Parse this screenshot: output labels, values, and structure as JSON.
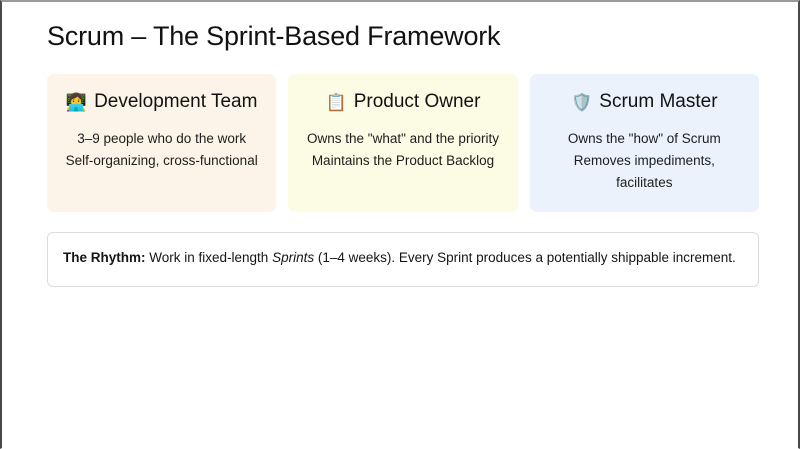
{
  "slide": {
    "title": "Scrum – The Sprint-Based Framework",
    "cards": [
      {
        "icon": "technologist-emoji",
        "emoji": "👩‍💻",
        "heading": "Development Team",
        "body": "3–9 people who do the work Self-organizing, cross-functional",
        "bg_color": "#FDF4E9",
        "name": "card-development-team"
      },
      {
        "icon": "clipboard-emoji",
        "emoji": "📋",
        "heading": "Product Owner",
        "body": "Owns the \"what\" and the priority Maintains the Product Backlog",
        "bg_color": "#FCFBE4",
        "name": "card-product-owner"
      },
      {
        "icon": "shield-emoji",
        "emoji": "🛡️",
        "heading": "Scrum Master",
        "body": "Owns the \"how\" of Scrum Removes impediments, facilitates",
        "bg_color": "#EBF2FC",
        "name": "card-scrum-master"
      }
    ],
    "rhythm": {
      "label": "The Rhythm:",
      "text_before_em": " Work in fixed-length ",
      "emphasis": "Sprints",
      "text_after_em": " (1–4 weeks). Every Sprint produces a potentially shippable increment."
    }
  }
}
